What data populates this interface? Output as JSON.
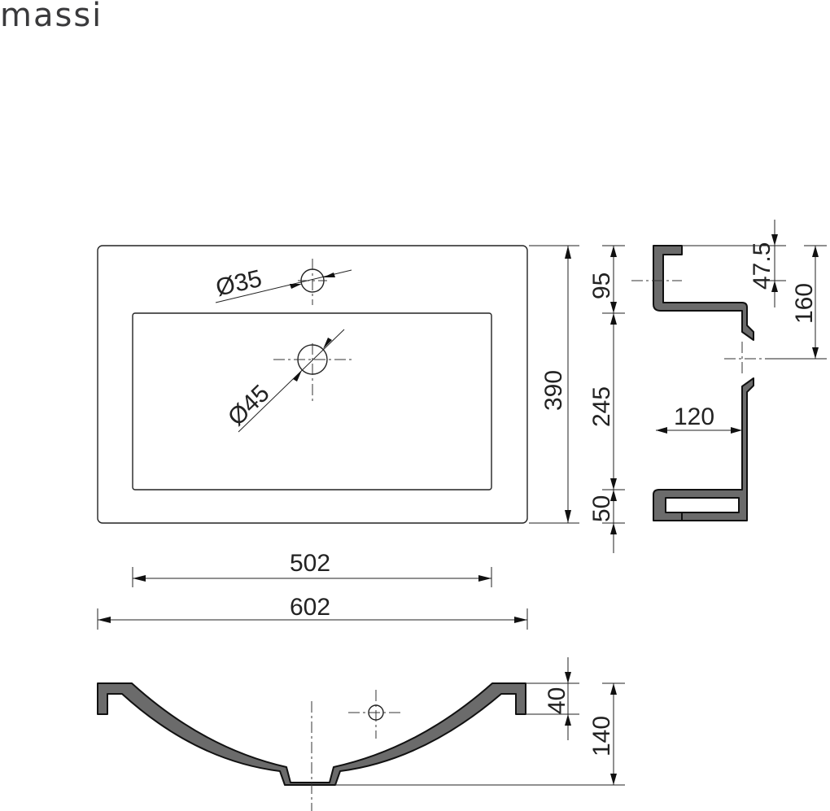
{
  "brand": {
    "logo_text": "massi"
  },
  "dimensions": {
    "top_view": {
      "tap_hole_diameter": "Ø35",
      "drain_diameter": "Ø45",
      "depth_total": "390",
      "depth_deck": "95",
      "depth_bowl": "245",
      "depth_front": "50",
      "width_bowl": "502",
      "width_total": "602"
    },
    "side_section": {
      "bowl_depth": "120",
      "drain_offset": "47.5",
      "total_height": "160"
    },
    "front_section": {
      "rim_height": "40",
      "total_height": "140"
    }
  },
  "colors": {
    "section_fill": "#6b6b6b",
    "line": "#222222"
  }
}
